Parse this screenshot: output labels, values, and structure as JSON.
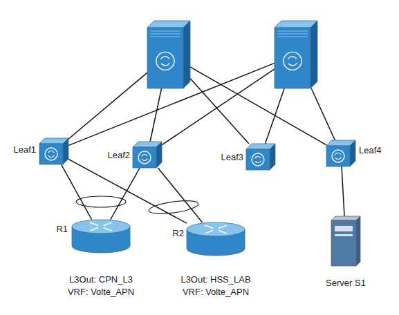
{
  "diagram": {
    "nodes": [
      {
        "text": []
      },
      {
        "text": []
      },
      {
        "text": [
          "Leaf1"
        ]
      },
      {
        "text": [
          "Leaf2"
        ]
      },
      {
        "text": [
          "Leaf3"
        ]
      },
      {
        "text": [
          "Leaf4"
        ]
      },
      {
        "text": [
          "R1",
          "L3Out: CPN_L3",
          "VRF: Volte_APN"
        ]
      },
      {
        "text": [
          "R2",
          "L3Out: HSS_LAB",
          "VRF: Volte_APN"
        ]
      },
      {
        "text": [
          "Server S1"
        ]
      }
    ],
    "edges": [
      {
        "from": 0,
        "to": 2,
        "arrow": "none"
      },
      {
        "from": 0,
        "to": 3,
        "arrow": "none"
      },
      {
        "from": 0,
        "to": 4,
        "arrow": "none"
      },
      {
        "from": 0,
        "to": 5,
        "arrow": "none"
      },
      {
        "from": 1,
        "to": 2,
        "arrow": "none"
      },
      {
        "from": 1,
        "to": 3,
        "arrow": "none"
      },
      {
        "from": 1,
        "to": 4,
        "arrow": "none"
      },
      {
        "from": 1,
        "to": 5,
        "arrow": "none"
      },
      {
        "from": 2,
        "to": 6,
        "arrow": "none"
      },
      {
        "from": 3,
        "to": 6,
        "arrow": "none"
      },
      {
        "from": 2,
        "to": 7,
        "arrow": "none"
      },
      {
        "from": 3,
        "to": 7,
        "arrow": "none"
      },
      {
        "from": 5,
        "to": 8,
        "arrow": "none"
      }
    ]
  }
}
